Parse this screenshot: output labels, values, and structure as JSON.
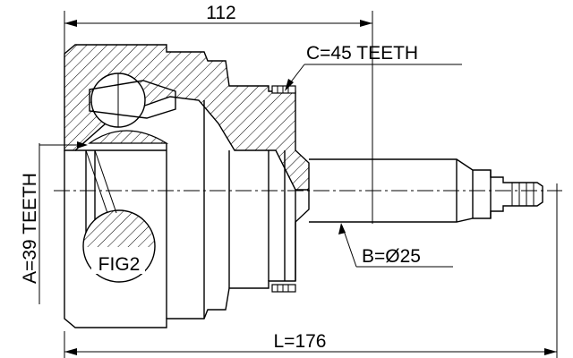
{
  "dimensions": {
    "width_label": "112",
    "length_label": "L=176"
  },
  "callouts": {
    "c_teeth": "C=45 TEETH",
    "b_diameter": "B=Ø25",
    "a_teeth": "A=39 TEETH",
    "fig_label": "FIG2"
  }
}
